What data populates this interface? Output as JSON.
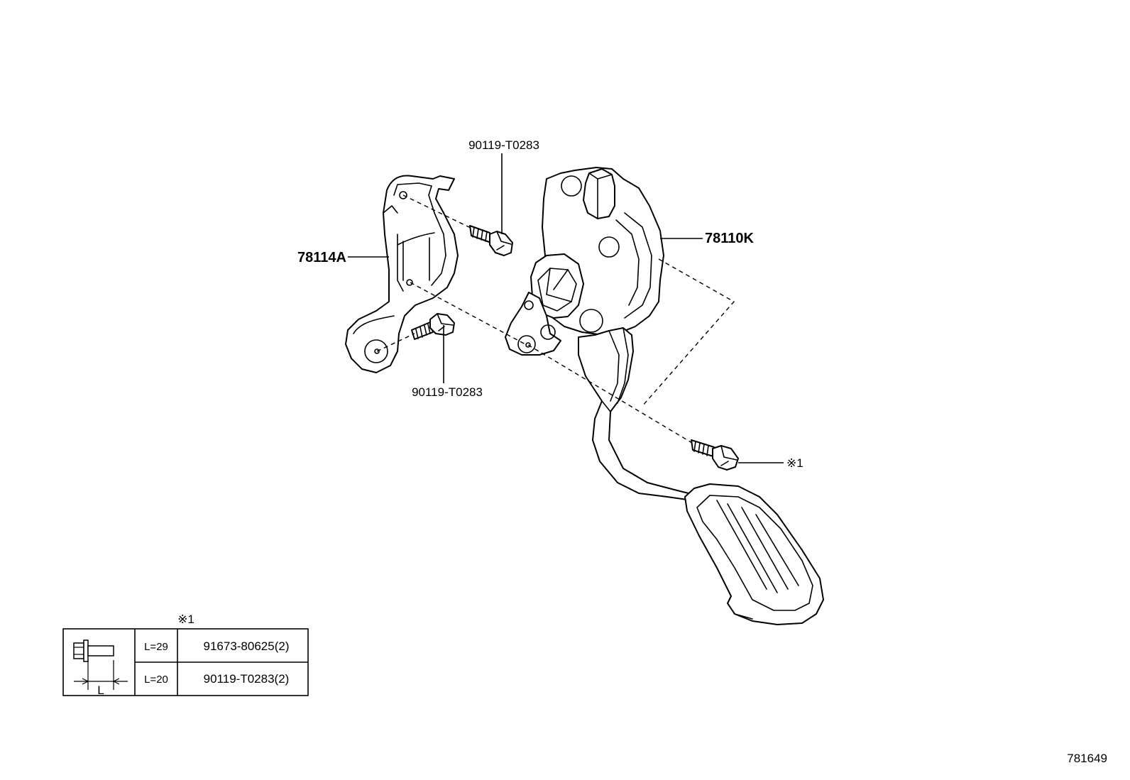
{
  "callouts": {
    "bolt_top": "90119-T0283",
    "bracket": "78114A",
    "pedal_assembly": "78110K",
    "bolt_middle": "90119-T0283",
    "bolt_note": "※1"
  },
  "table": {
    "note_mark": "※1",
    "dimension_symbol": "L",
    "rows": [
      {
        "length": "L=29",
        "part": "91673-80625(2)"
      },
      {
        "length": "L=20",
        "part": "90119-T0283(2)"
      }
    ]
  },
  "diagram_id": "781649"
}
